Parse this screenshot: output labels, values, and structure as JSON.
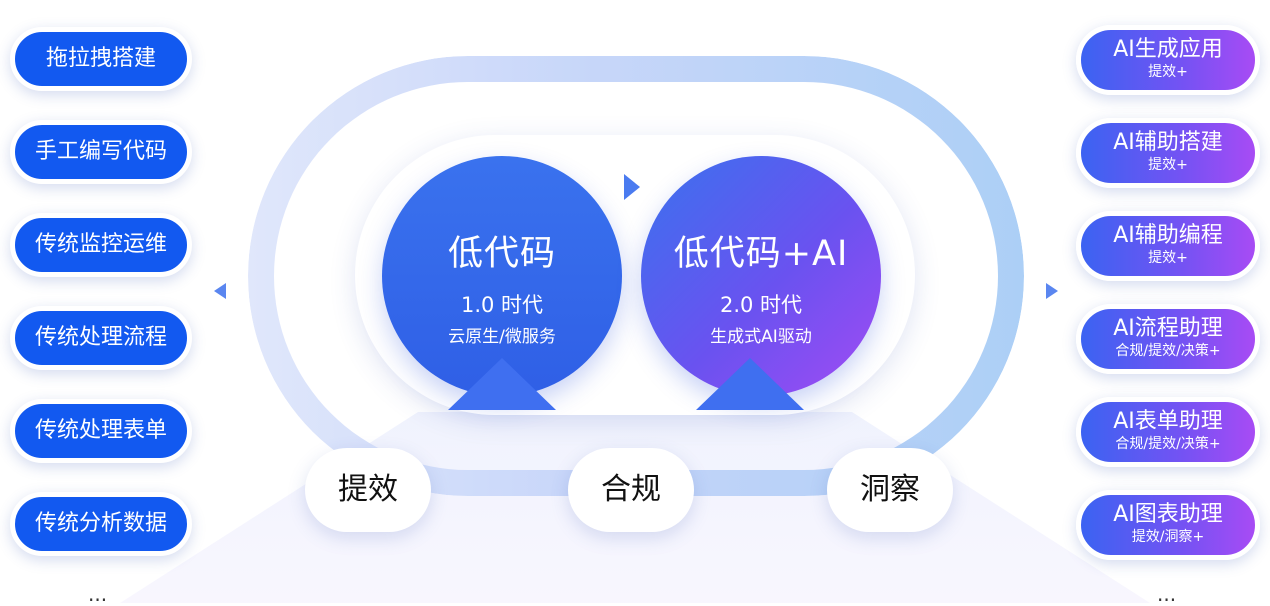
{
  "left_items": [
    {
      "label": "拖拉拽搭建"
    },
    {
      "label": "手工编写代码"
    },
    {
      "label": "传统监控运维"
    },
    {
      "label": "传统处理流程"
    },
    {
      "label": "传统处理表单"
    },
    {
      "label": "传统分析数据"
    }
  ],
  "left_more": "...",
  "right_items": [
    {
      "title": "AI生成应用",
      "sub": "提效+"
    },
    {
      "title": "AI辅助搭建",
      "sub": "提效+"
    },
    {
      "title": "AI辅助编程",
      "sub": "提效+"
    },
    {
      "title": "AI流程助理",
      "sub": "合规/提效/决策+"
    },
    {
      "title": "AI表单助理",
      "sub": "合规/提效/决策+"
    },
    {
      "title": "AI图表助理",
      "sub": "提效/洞察+"
    }
  ],
  "right_more": "...",
  "center": {
    "left_circle": {
      "title": "低代码",
      "era": "1.0 时代",
      "sub": "云原生/微服务"
    },
    "right_circle": {
      "title": "低代码+AI",
      "era": "2.0 时代",
      "sub": "生成式AI驱动"
    }
  },
  "badges": [
    "提效",
    "合规",
    "洞察"
  ],
  "colors": {
    "primary_blue": "#1259f0",
    "circle_blue": "#3a72ee",
    "gradient_purple": "#a24bf4",
    "track_light": "#c4d4f9"
  }
}
